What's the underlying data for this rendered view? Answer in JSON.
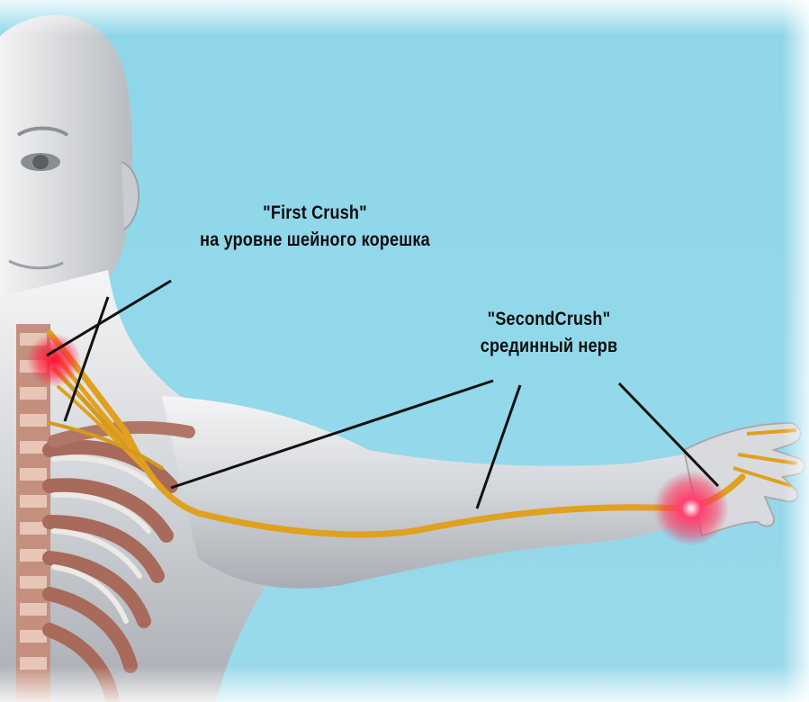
{
  "labels": {
    "first_crush": {
      "title": "\"First Crush\"",
      "subtitle": "на уровне шейного корешка"
    },
    "second_crush": {
      "title": "\"SecondCrush\"",
      "subtitle": "срединный нерв"
    }
  },
  "colors": {
    "background": "#92d7ea",
    "skin": "#d9dcdf",
    "nerve": "#e0a020",
    "compression_glow": "#ff2050",
    "muscle": "#b07060",
    "pointer_line": "#111111"
  }
}
